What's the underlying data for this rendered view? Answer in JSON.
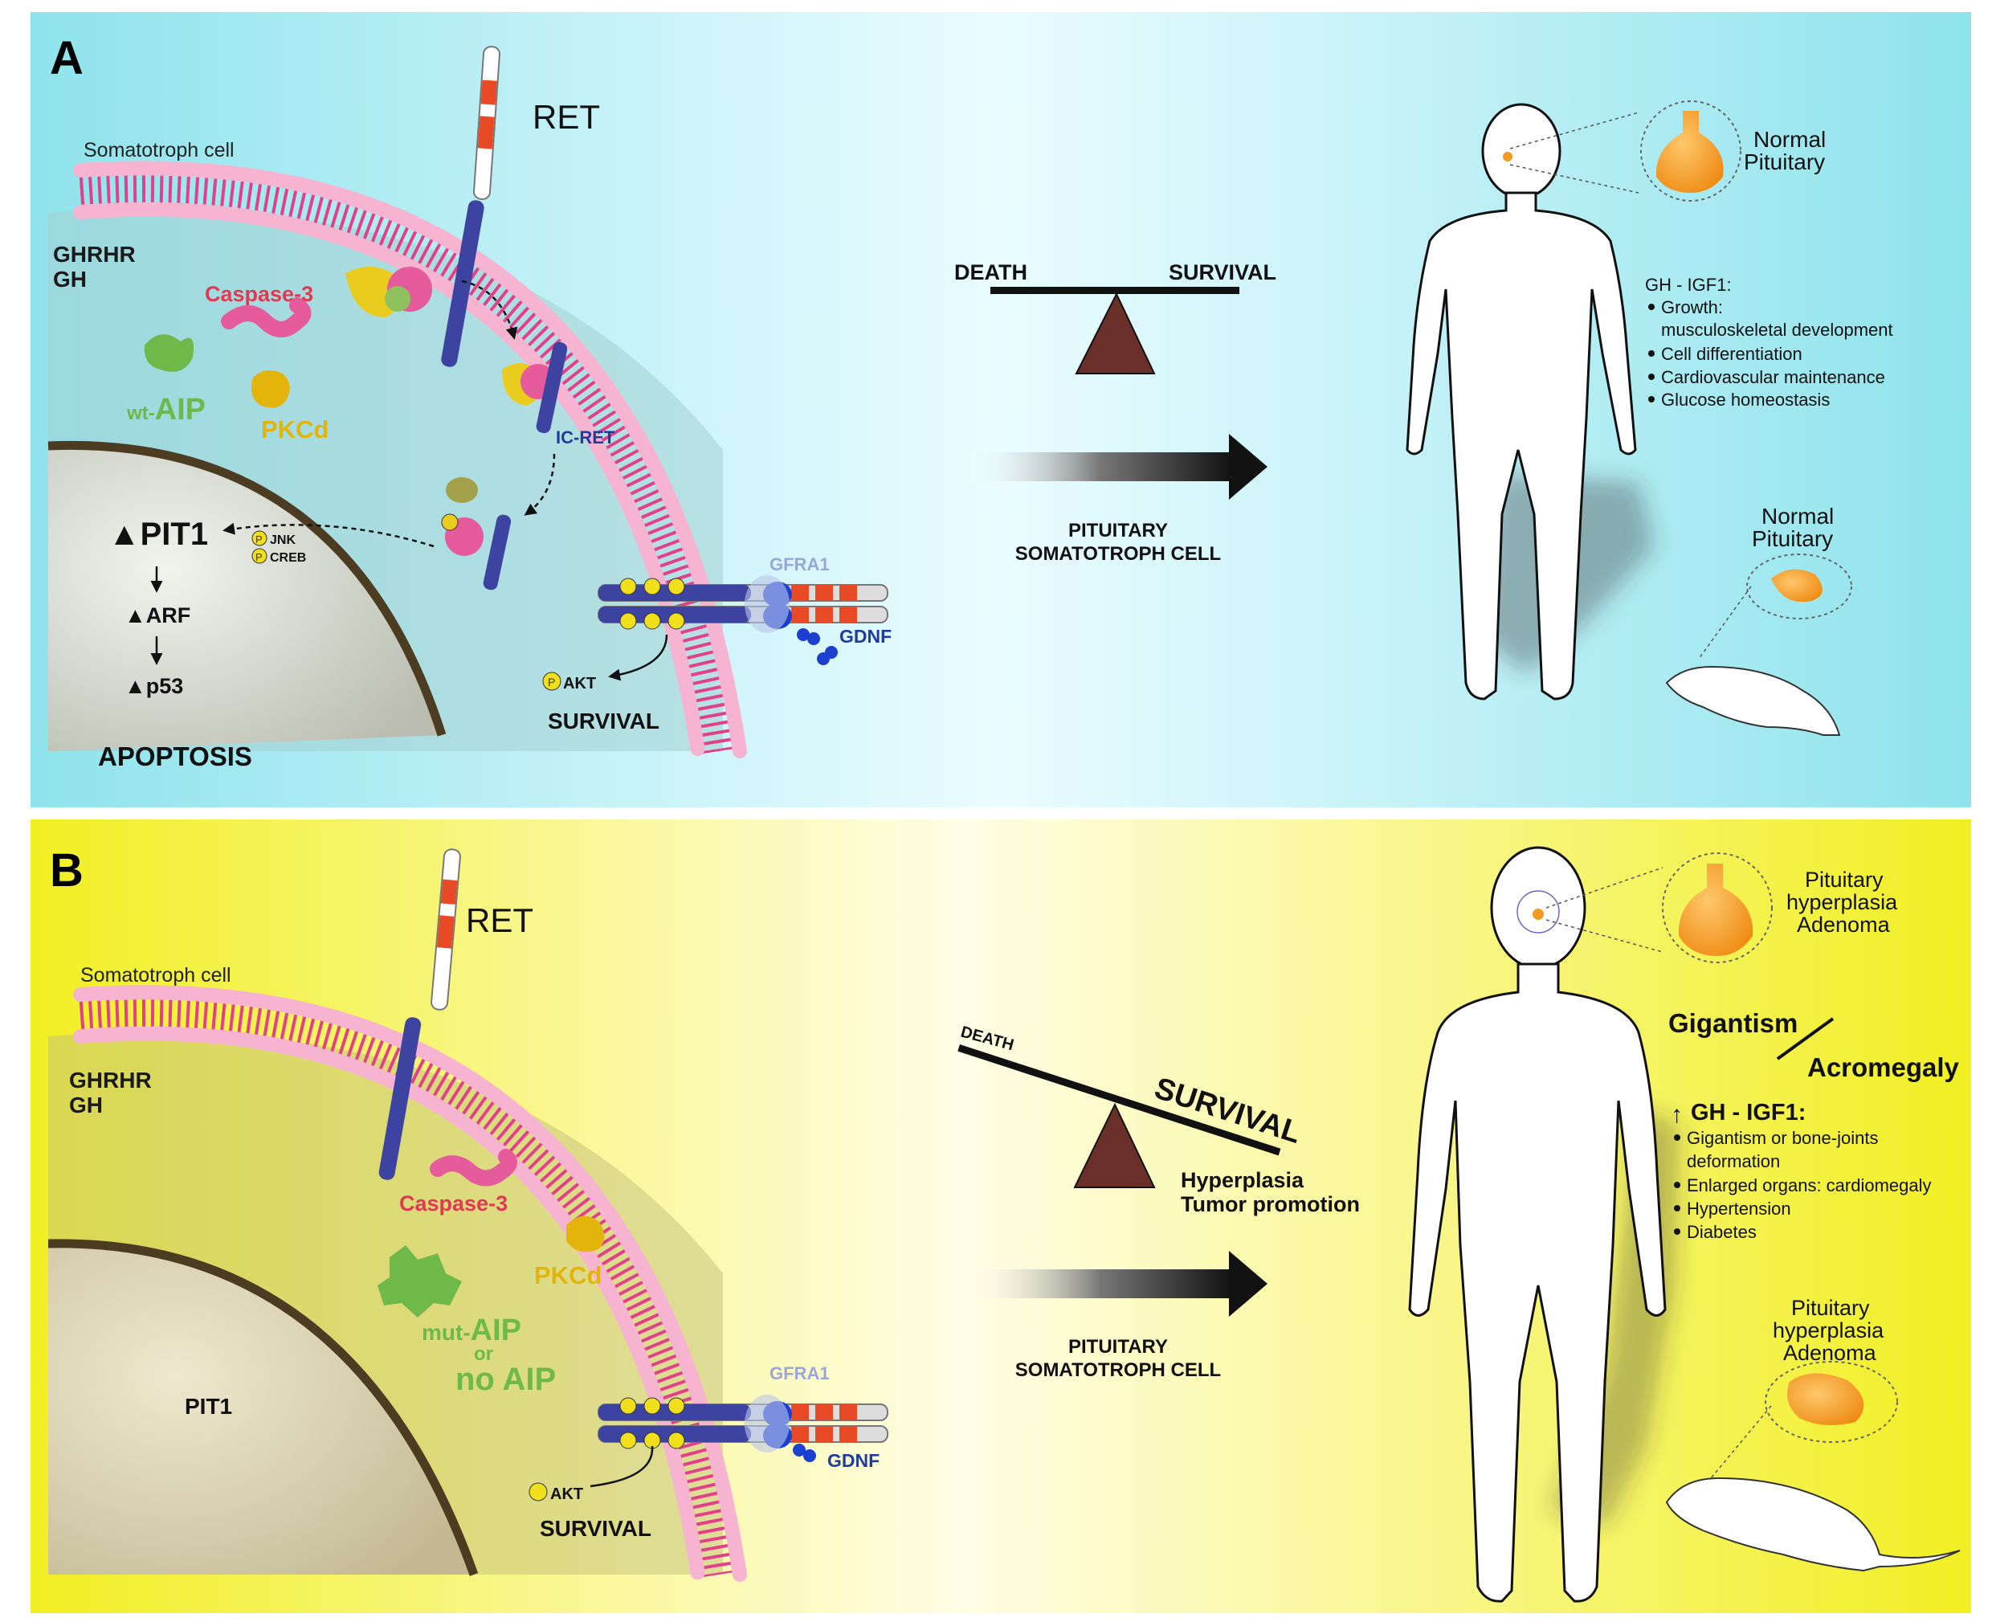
{
  "colors": {
    "panel_a_edge": "#8fe3ec",
    "panel_a_mid": "#eafcff",
    "panel_b_edge": "#f1ef22",
    "panel_b_mid": "#fffde6",
    "membrane": "#e2418a",
    "caspase": "#e03a52",
    "aip": "#6fb84a",
    "pkc": "#e2b40c",
    "ret_blue": "#3c43a0",
    "ret_red": "#e84a25",
    "gdnf": "#1d3fd0",
    "balance_base": "#6b2f2a",
    "pituitary": "#f39a22"
  },
  "panel_a": {
    "letter": "A",
    "ret": "RET",
    "cell": "Somatotroph cell",
    "ghrhr": "GHRHR",
    "gh": "GH",
    "caspase": "Caspase-3",
    "aip_prefix": "wt-",
    "aip": "AIP",
    "pkc": "PKCd",
    "ic_ret": "IC-RET",
    "pit1": "▲PIT1",
    "p": "P",
    "jnk": "JNK",
    "creb": "CREB",
    "arf": "▲ARF",
    "p53": "▲p53",
    "gfra1": "GFRA1",
    "gdnf": "GDNF",
    "akt": "AKT",
    "survival": "SURVIVAL",
    "apoptosis": "APOPTOSIS",
    "balance_left": "DEATH",
    "balance_right": "SURVIVAL",
    "arrow_line1": "PITUITARY",
    "arrow_line2": "SOMATOTROPH CELL",
    "human_pit_1": "Normal",
    "human_pit_2": "Pituitary",
    "effects_title": "GH - IGF1:",
    "effects": [
      "Growth:",
      "musculoskeletal development",
      "Cell differentiation",
      "Cardiovascular maintenance",
      "Glucose homeostasis"
    ],
    "mouse_pit_1": "Normal",
    "mouse_pit_2": "Pituitary"
  },
  "panel_b": {
    "letter": "B",
    "ret": "RET",
    "cell": "Somatotroph cell",
    "ghrhr": "GHRHR",
    "gh": "GH",
    "caspase": "Caspase-3",
    "pkc": "PKCd",
    "aip_prefix": "mut-",
    "aip": "AIP",
    "or": "or",
    "no_aip": "no AIP",
    "pit1": "PIT1",
    "gfra1": "GFRA1",
    "gdnf": "GDNF",
    "akt": "AKT",
    "survival": "SURVIVAL",
    "balance_left": "DEATH",
    "balance_right": "SURVIVAL",
    "outcome_1": "Hyperplasia",
    "outcome_2": "Tumor promotion",
    "arrow_line1": "PITUITARY",
    "arrow_line2": "SOMATOTROPH CELL",
    "human_pit_1": "Pituitary",
    "human_pit_2": "hyperplasia",
    "human_pit_3": "Adenoma",
    "gigantism": "Gigantism",
    "acromegaly": "Acromegaly",
    "effects_title": "GH - IGF1:",
    "effects": [
      "Gigantism or bone-joints",
      "deformation",
      "Enlarged organs: cardiomegaly",
      "Hypertension",
      "Diabetes"
    ],
    "mouse_pit_1": "Pituitary",
    "mouse_pit_2": "hyperplasia",
    "mouse_pit_3": "Adenoma"
  }
}
